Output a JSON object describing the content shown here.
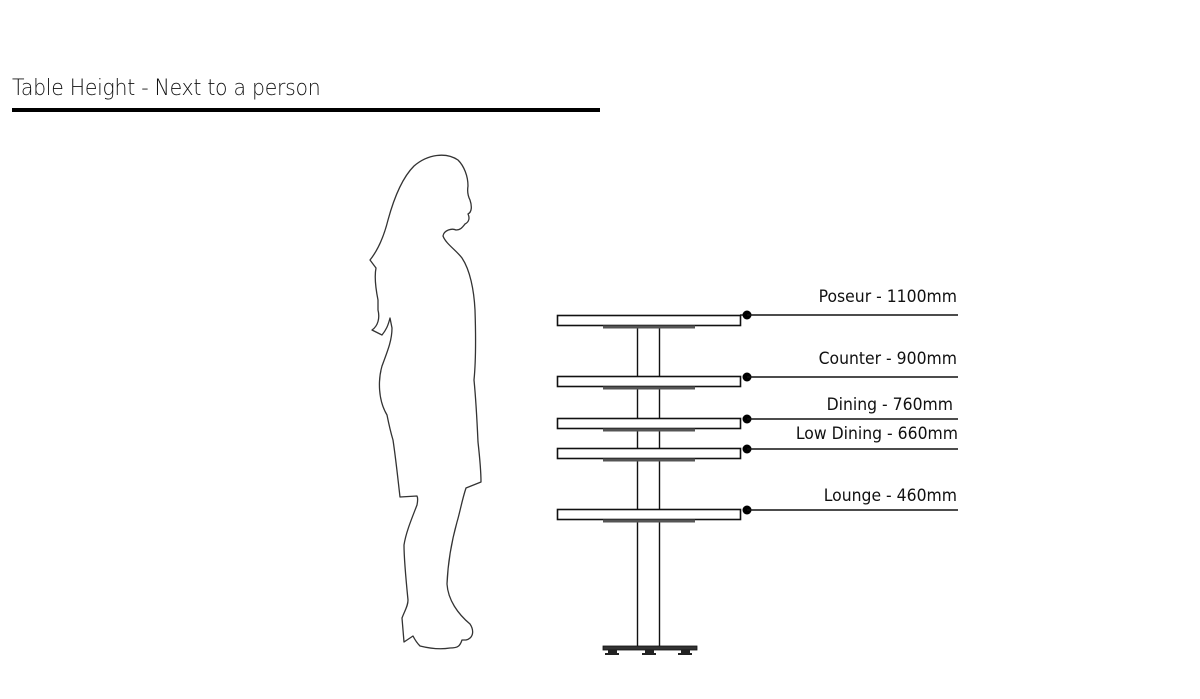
{
  "header": {
    "title": "Table Height - Next to a person"
  },
  "diagram": {
    "figure": "woman-silhouette",
    "table_types": [
      {
        "name": "Poseur",
        "height_mm": 1100,
        "label": "Poseur - 1100mm"
      },
      {
        "name": "Counter",
        "height_mm": 900,
        "label": "Counter - 900mm"
      },
      {
        "name": "Dining",
        "height_mm": 760,
        "label": "Dining - 760mm"
      },
      {
        "name": "Low Dining",
        "height_mm": 660,
        "label": "Low Dining - 660mm"
      },
      {
        "name": "Lounge",
        "height_mm": 460,
        "label": "Lounge - 460mm"
      }
    ],
    "colors": {
      "line": "#111111",
      "plate": "#555555",
      "background": "#ffffff"
    }
  }
}
